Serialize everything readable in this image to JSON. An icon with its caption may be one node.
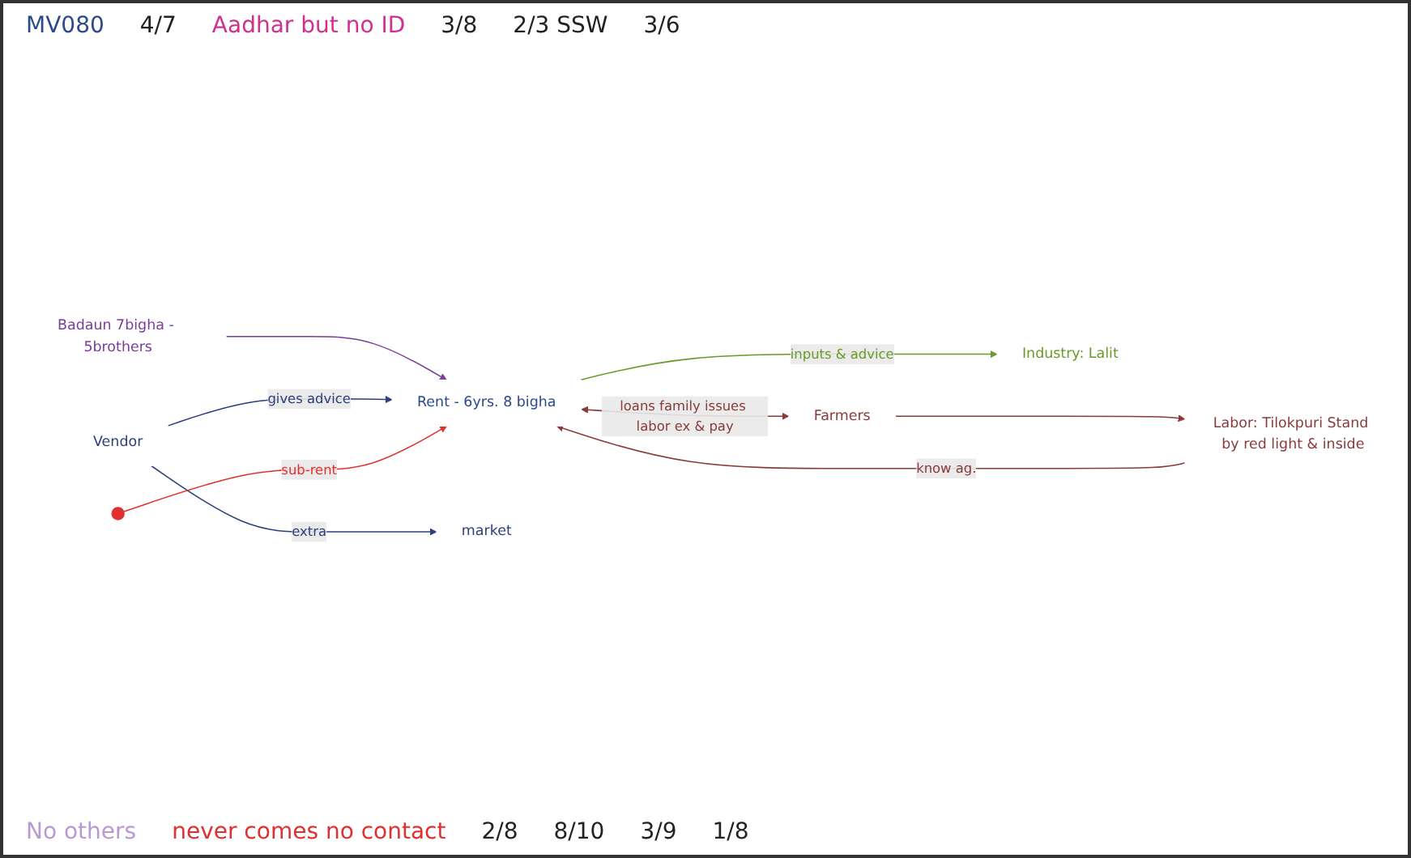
{
  "diagram": {
    "nodes": [
      {
        "text": [
          "Rent - 6yrs. 8 bigha"
        ]
      },
      {
        "text": [
          "Badaun 7bigha - 5brothers"
        ]
      },
      {
        "text": [
          "Farmers"
        ]
      },
      {
        "text": [
          "Labor: Tilokpuri Stand by red light & inside"
        ]
      },
      {
        "text": [
          "Industry: Lalit"
        ]
      },
      {
        "text": [
          "Vendor"
        ]
      },
      {
        "text": [
          "market"
        ]
      }
    ],
    "edges": [
      {
        "from": 1,
        "to": 0,
        "arrow": "to",
        "color": "#7a3d9a"
      },
      {
        "from": 0,
        "to": 2,
        "arrow": "both",
        "label": "loans family issues labor ex & pay"
      },
      {
        "from": 2,
        "to": 3,
        "arrow": "to"
      },
      {
        "from": 3,
        "to": 0,
        "arrow": "to",
        "label": "know ag."
      },
      {
        "from": 0,
        "to": 4,
        "arrow": "to",
        "label": "inputs & advice",
        "color": "#6a9a2a"
      },
      {
        "from": 5,
        "to": 0,
        "arrow": "to",
        "label": "gives advice",
        "color": "#2c3f7a"
      },
      {
        "from": 5,
        "to": 6,
        "arrow": "to",
        "label": "extra",
        "color": "#2c3f7a"
      },
      {
        "from": null,
        "to": 0,
        "arrow": "to",
        "label": "sub-rent",
        "color": "#e03030"
      }
    ],
    "labels": [
      "MV080",
      "4/7",
      "Aadhar but no ID",
      "3/8",
      "2/3 SSW",
      "3/6",
      "No others",
      "never comes no contact",
      "2/8",
      "8/10",
      "3/9",
      "1/8"
    ]
  }
}
